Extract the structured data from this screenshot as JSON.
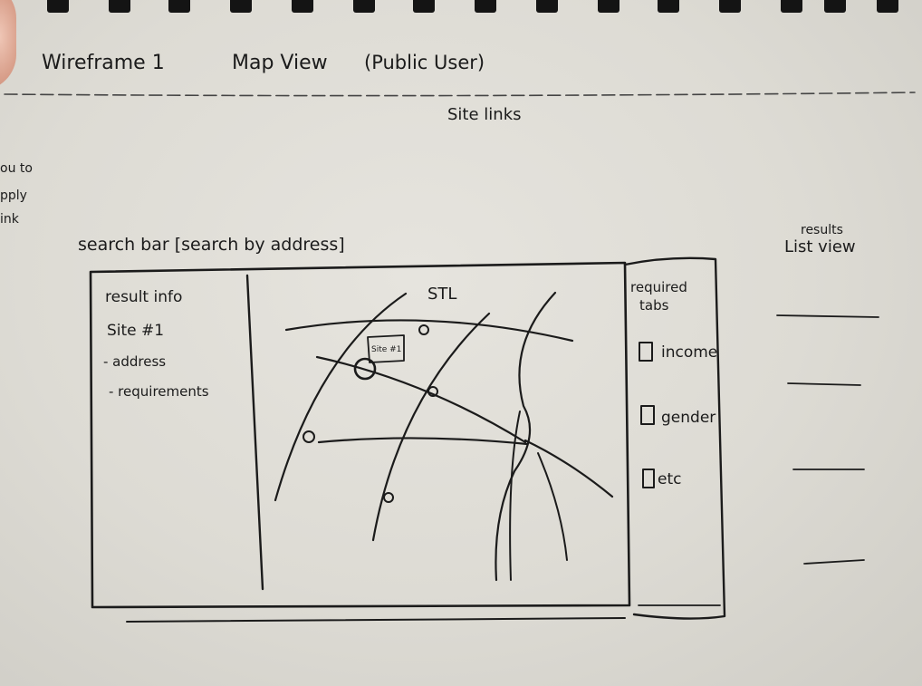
{
  "header": {
    "title": "Wireframe 1",
    "view": "Map View",
    "user": "(Public User)"
  },
  "site_links": "Site links",
  "left_margin_note": [
    "ou to",
    "pply",
    "ink"
  ],
  "search_bar": "search bar [search by address]",
  "result_panel": {
    "heading": "result info",
    "site": "Site #1",
    "lines": [
      "- address",
      "- requirements"
    ]
  },
  "map": {
    "label": "STL",
    "site_label": "Site #1"
  },
  "filter_panel": {
    "heading_line1": "required",
    "heading_line2": "tabs",
    "options": [
      "income",
      "gender",
      "etc"
    ]
  },
  "list_view": {
    "heading_line1": "results",
    "heading_line2": "List view"
  }
}
